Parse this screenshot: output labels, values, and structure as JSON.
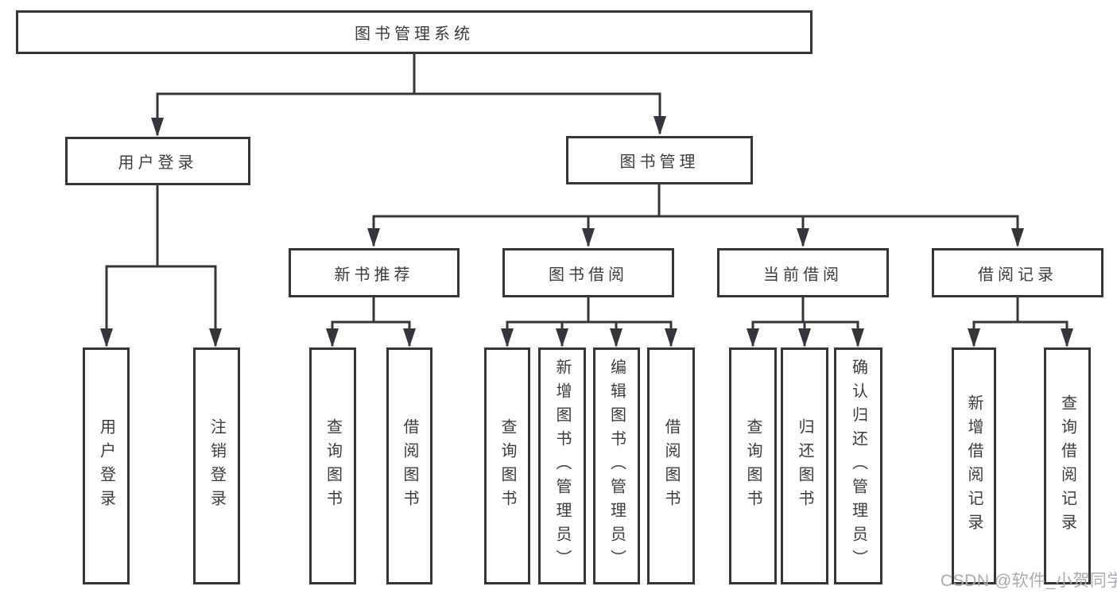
{
  "diagram": {
    "title": "图书管理系统",
    "watermark": "CSDN @软件_小贺同学",
    "colors": {
      "line": "#36363a",
      "box_border": "#36363a",
      "text": "#3c3c40",
      "watermark_text": "#a9abb0",
      "background": "#ffffff"
    },
    "nodes": {
      "root": {
        "label": "图书管理系统"
      },
      "branches": [
        {
          "label": "用户登录"
        },
        {
          "label": "图书管理"
        }
      ],
      "sections": [
        {
          "label": "新书推荐"
        },
        {
          "label": "图书借阅"
        },
        {
          "label": "当前借阅"
        },
        {
          "label": "借阅记录"
        }
      ],
      "leaves": [
        {
          "label": "用户登录"
        },
        {
          "label": "注销登录"
        },
        {
          "label": "查询图书"
        },
        {
          "label": "借阅图书"
        },
        {
          "label": "查询图书"
        },
        {
          "label": "新增图书（管理员）"
        },
        {
          "label": "编辑图书（管理员）"
        },
        {
          "label": "借阅图书"
        },
        {
          "label": "查询图书"
        },
        {
          "label": "归还图书"
        },
        {
          "label": "确认归还（管理员）"
        },
        {
          "label": "新增借阅记录"
        },
        {
          "label": "查询借阅记录"
        }
      ]
    },
    "hierarchy": {
      "图书管理系统": [
        "用户登录",
        "图书管理"
      ],
      "用户登录": [
        "用户登录",
        "注销登录"
      ],
      "图书管理": [
        "新书推荐",
        "图书借阅",
        "当前借阅",
        "借阅记录"
      ],
      "新书推荐": [
        "查询图书",
        "借阅图书"
      ],
      "图书借阅": [
        "查询图书",
        "新增图书（管理员）",
        "编辑图书（管理员）",
        "借阅图书"
      ],
      "当前借阅": [
        "查询图书",
        "归还图书",
        "确认归还（管理员）"
      ],
      "借阅记录": [
        "新增借阅记录",
        "查询借阅记录"
      ]
    }
  }
}
